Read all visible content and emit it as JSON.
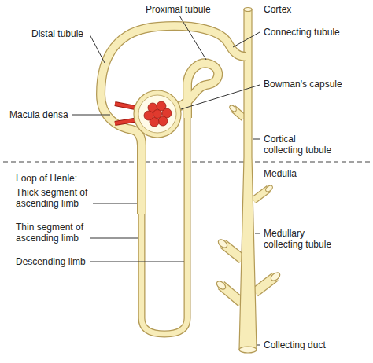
{
  "diagram": {
    "labels": [
      "Proximal tubule",
      "Cortex",
      "Distal tubule",
      "Connecting tubule",
      "Macula densa",
      "Bowman's capsule",
      "Cortical collecting tubule",
      "Loop of Henle:",
      "Thick segment of ascending limb",
      "Thin segment of ascending limb",
      "Descending limb",
      "Medulla",
      "Medullary collecting tubule",
      "Collecting duct"
    ]
  }
}
